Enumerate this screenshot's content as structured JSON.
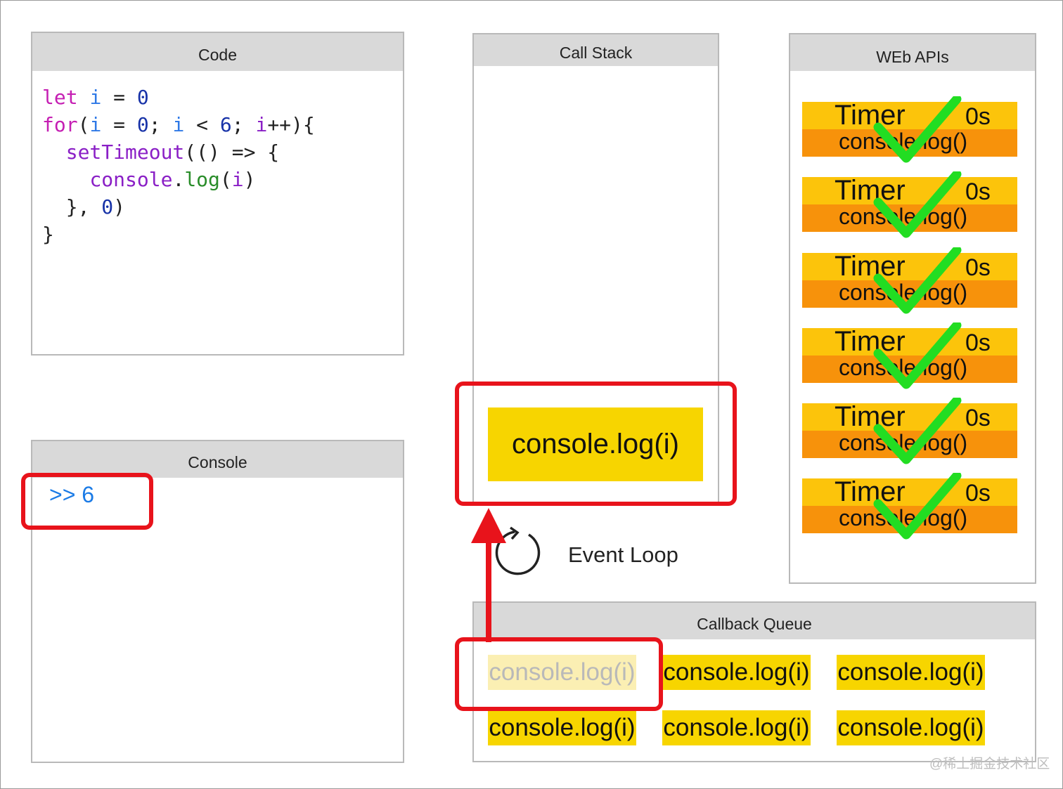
{
  "panels": {
    "code": {
      "title": "Code"
    },
    "console": {
      "title": "Console"
    },
    "call_stack": {
      "title": "Call Stack"
    },
    "web_apis": {
      "title": "WEb APIs"
    },
    "callback_queue": {
      "title": "Callback Queue"
    }
  },
  "code_lines": [
    [
      {
        "t": "let ",
        "c": "kw"
      },
      {
        "t": "i",
        "c": "var"
      },
      {
        "t": " = ",
        "c": "plain"
      },
      {
        "t": "0",
        "c": "num"
      }
    ],
    [
      {
        "t": "for",
        "c": "kw"
      },
      {
        "t": "(",
        "c": "plain"
      },
      {
        "t": "i",
        "c": "var"
      },
      {
        "t": " = ",
        "c": "plain"
      },
      {
        "t": "0",
        "c": "num"
      },
      {
        "t": "; ",
        "c": "plain"
      },
      {
        "t": "i",
        "c": "var"
      },
      {
        "t": " < ",
        "c": "plain"
      },
      {
        "t": "6",
        "c": "num"
      },
      {
        "t": "; ",
        "c": "plain"
      },
      {
        "t": "i",
        "c": "fn"
      },
      {
        "t": "++){",
        "c": "plain"
      }
    ],
    [
      {
        "t": "  ",
        "c": "plain"
      },
      {
        "t": "setTimeout",
        "c": "fn"
      },
      {
        "t": "(() => {",
        "c": "plain"
      }
    ],
    [
      {
        "t": "    ",
        "c": "plain"
      },
      {
        "t": "console",
        "c": "fn"
      },
      {
        "t": ".",
        "c": "plain"
      },
      {
        "t": "log",
        "c": "log"
      },
      {
        "t": "(",
        "c": "plain"
      },
      {
        "t": "i",
        "c": "fn"
      },
      {
        "t": ")",
        "c": "plain"
      }
    ],
    [
      {
        "t": "  }, ",
        "c": "plain"
      },
      {
        "t": "0",
        "c": "num"
      },
      {
        "t": ")",
        "c": "plain"
      }
    ],
    [
      {
        "t": "}",
        "c": "plain"
      }
    ]
  ],
  "console_output": ">> 6",
  "call_stack_item": "console.log(i)",
  "event_loop_label": "Event Loop",
  "timers": [
    {
      "label": "Timer",
      "duration": "0s",
      "callback": "console.log()"
    },
    {
      "label": "Timer",
      "duration": "0s",
      "callback": "console.log()"
    },
    {
      "label": "Timer",
      "duration": "0s",
      "callback": "console.log()"
    },
    {
      "label": "Timer",
      "duration": "0s",
      "callback": "console.log()"
    },
    {
      "label": "Timer",
      "duration": "0s",
      "callback": "console.log()"
    },
    {
      "label": "Timer",
      "duration": "0s",
      "callback": "console.log()"
    }
  ],
  "queue_items": [
    {
      "label": "console.log(i)",
      "faded": true
    },
    {
      "label": "console.log(i)",
      "faded": false
    },
    {
      "label": "console.log(i)",
      "faded": false
    },
    {
      "label": "console.log(i)",
      "faded": false
    },
    {
      "label": "console.log(i)",
      "faded": false
    },
    {
      "label": "console.log(i)",
      "faded": false
    }
  ],
  "watermark": "@稀土掘金技术社区",
  "colors": {
    "highlight_red": "#e8131b",
    "stack_yellow": "#f7d500",
    "timer_top": "#fcc40b",
    "timer_bottom": "#f7920b",
    "check_green": "#22dd22",
    "console_blue": "#1b7be6"
  }
}
